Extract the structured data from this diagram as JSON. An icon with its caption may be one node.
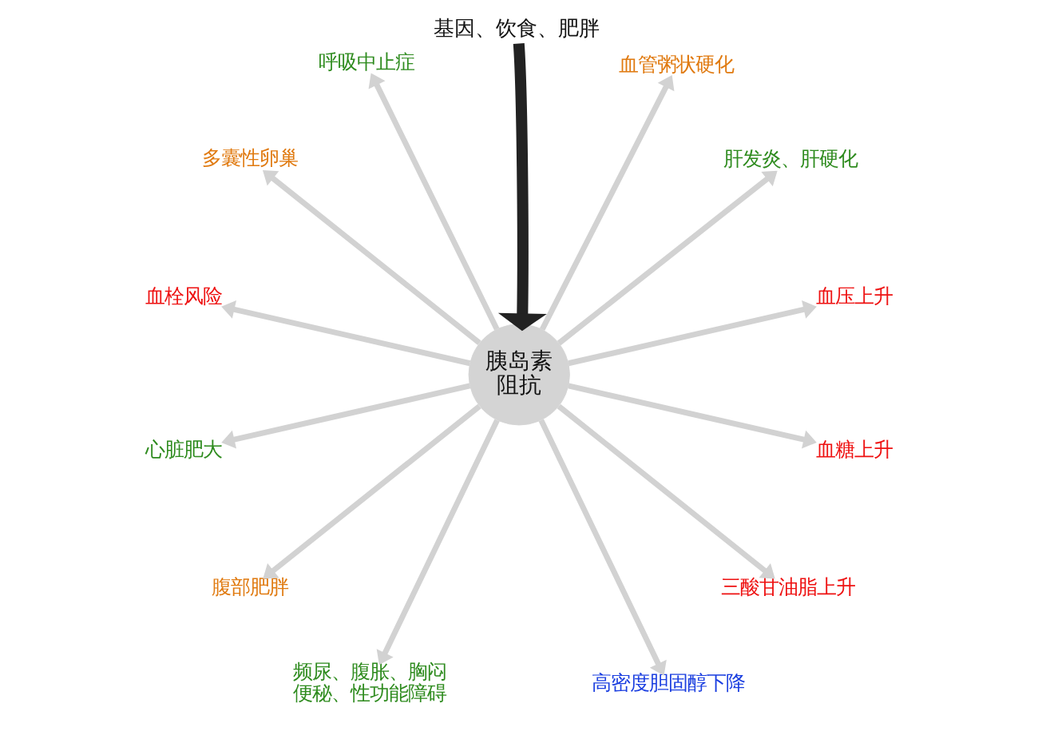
{
  "diagram": {
    "nodes": [
      {
        "text": [
          "基因、饮食、肥胖"
        ]
      },
      {
        "text": [
          "胰岛素阻抗"
        ]
      },
      {
        "text": [
          "呼吸中止症"
        ]
      },
      {
        "text": [
          "血管粥状硬化"
        ]
      },
      {
        "text": [
          "多囊性卵巢"
        ]
      },
      {
        "text": [
          "肝发炎、肝硬化"
        ]
      },
      {
        "text": [
          "血栓风险"
        ]
      },
      {
        "text": [
          "血压上升"
        ]
      },
      {
        "text": [
          "心脏肥大"
        ]
      },
      {
        "text": [
          "血糖上升"
        ]
      },
      {
        "text": [
          "腹部肥胖"
        ]
      },
      {
        "text": [
          "三酸甘油脂上升"
        ]
      },
      {
        "text": [
          "频尿、腹胀、胸闷便秘、性功能障碍"
        ]
      },
      {
        "text": [
          "高密度胆固醇下降"
        ]
      }
    ],
    "edges": [
      {
        "from": 0,
        "to": 1,
        "arrow": "to",
        "style": "thick",
        "color": "#222222"
      },
      {
        "from": 1,
        "to": 3,
        "arrow": "to"
      },
      {
        "from": 1,
        "to": 5,
        "arrow": "to"
      },
      {
        "from": 1,
        "to": 7,
        "arrow": "to"
      },
      {
        "from": 1,
        "to": 9,
        "arrow": "to"
      },
      {
        "from": 1,
        "to": 11,
        "arrow": "to"
      },
      {
        "from": 1,
        "to": 13,
        "arrow": "to"
      },
      {
        "from": 1,
        "to": 12,
        "arrow": "to"
      },
      {
        "from": 1,
        "to": 10,
        "arrow": "to"
      },
      {
        "from": 1,
        "to": 8,
        "arrow": "to"
      },
      {
        "from": 1,
        "to": 6,
        "arrow": "to"
      },
      {
        "from": 1,
        "to": 4,
        "arrow": "to"
      },
      {
        "from": 1,
        "to": 2,
        "arrow": "to"
      }
    ]
  }
}
